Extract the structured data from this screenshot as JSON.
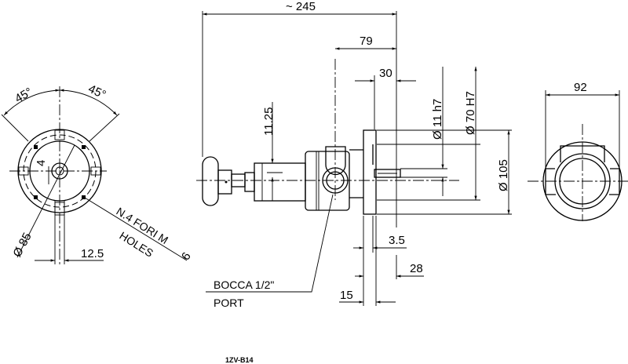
{
  "drawing": {
    "code": "1ZV-B14",
    "front_view": {
      "angle_left": "45°",
      "angle_right": "45°",
      "dim_4": "4",
      "diameter_85": "Ø 85",
      "dim_12_5": "12.5",
      "holes_line1": "N.4 FORI M",
      "holes_line2": "HOLES",
      "holes_size": "6"
    },
    "side_view": {
      "overall_length": "~ 245",
      "dim_79": "79",
      "dim_30": "30",
      "dim_11_25": "11.25",
      "shaft_diameter": "Ø 11 h7",
      "pilot_diameter": "Ø 70  H7",
      "flange_diameter": "Ø 105",
      "dim_3_5": "3.5",
      "dim_28": "28",
      "dim_15": "15",
      "port_label": "BOCCA 1/2\"",
      "port_label_en": "PORT"
    },
    "end_view": {
      "width": "92"
    }
  }
}
